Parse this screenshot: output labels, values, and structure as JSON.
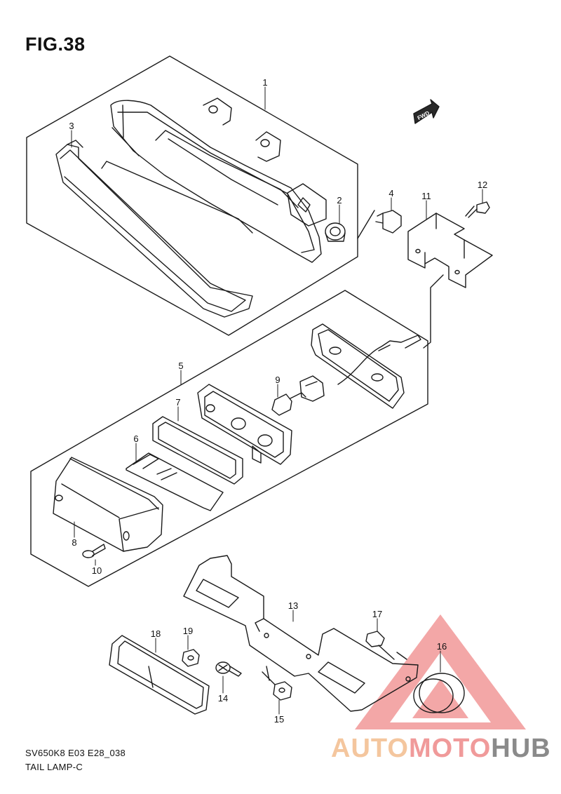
{
  "figure": {
    "title": "FIG.38"
  },
  "footer": {
    "model_code": "SV650K8 E03 E28_038",
    "assembly_name": "TAIL LAMP-C"
  },
  "arrow": {
    "label": "FWD"
  },
  "callouts": [
    "1",
    "2",
    "3",
    "4",
    "5",
    "6",
    "7",
    "8",
    "9",
    "10",
    "11",
    "12",
    "13",
    "14",
    "15",
    "16",
    "17",
    "18",
    "19"
  ],
  "watermark": {
    "part1": "AUTO",
    "part2": "MOTO",
    "part3": "HUB"
  },
  "colors": {
    "line": "#1a1a1a",
    "watermark_red": "#e85a5a",
    "watermark_orange": "#f2b27a",
    "watermark_gray": "#8a8a8a"
  }
}
